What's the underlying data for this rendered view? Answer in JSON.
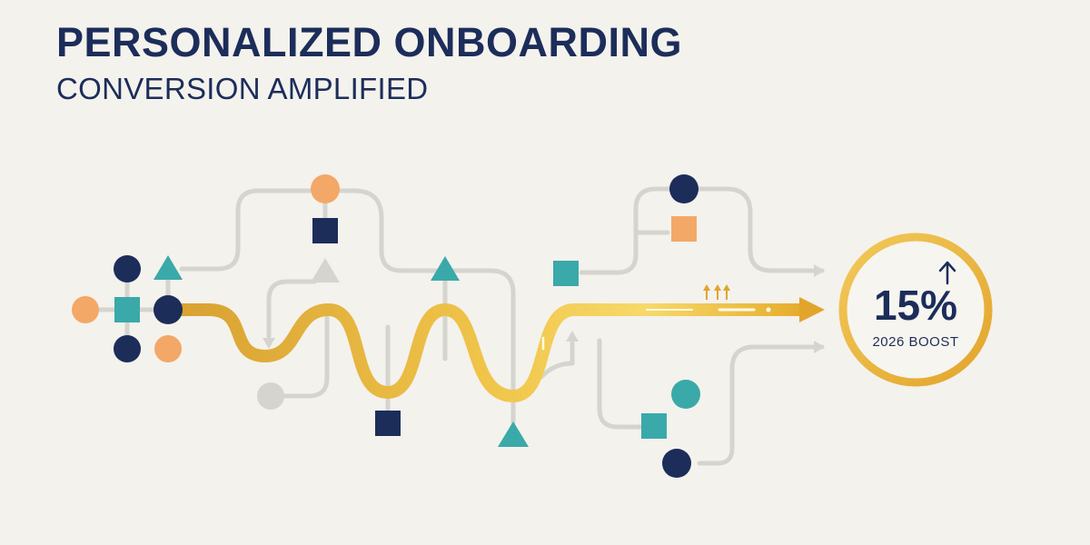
{
  "header": {
    "title": "PERSONALIZED ONBOARDING",
    "subtitle": "CONVERSION AMPLIFIED"
  },
  "stat": {
    "value": "15%",
    "label": "2026 BOOST",
    "icon": "arrow-up-icon"
  },
  "colors": {
    "background": "#f4f2ed",
    "navy": "#1c2d5a",
    "teal": "#3aa9a9",
    "orange": "#f3a868",
    "gold": "#e7b43a",
    "gray": "#d6d4cf"
  }
}
